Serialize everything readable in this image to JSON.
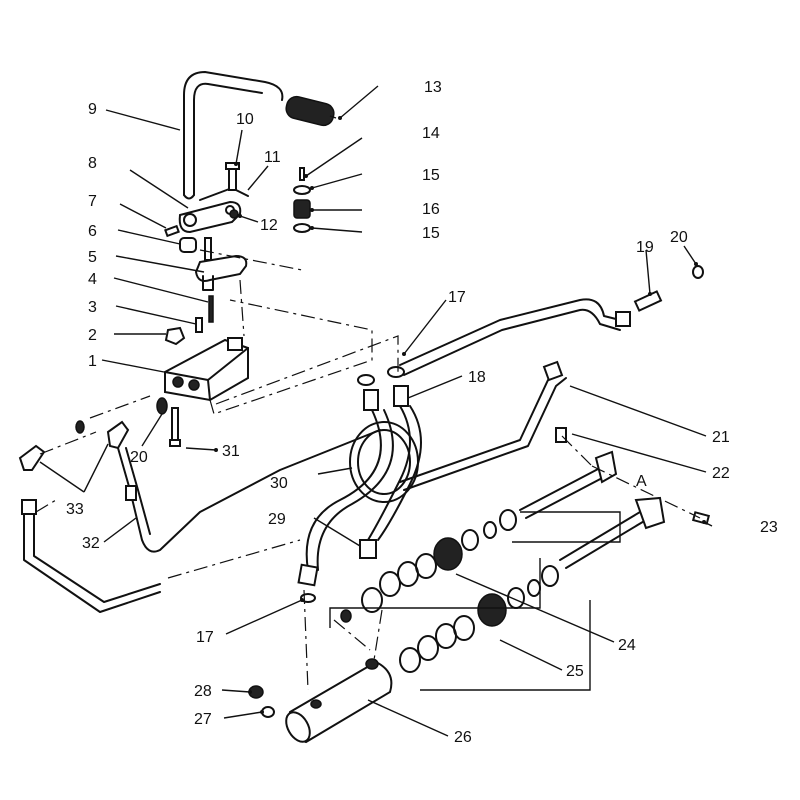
{
  "callouts": [
    {
      "id": "c13",
      "text": "13"
    },
    {
      "id": "c9",
      "text": "9"
    },
    {
      "id": "c10",
      "text": "10"
    },
    {
      "id": "c14",
      "text": "14"
    },
    {
      "id": "c11",
      "text": "11"
    },
    {
      "id": "c8",
      "text": "8"
    },
    {
      "id": "c15a",
      "text": "15"
    },
    {
      "id": "c16",
      "text": "16"
    },
    {
      "id": "c7",
      "text": "7"
    },
    {
      "id": "c12",
      "text": "12"
    },
    {
      "id": "c15b",
      "text": "15"
    },
    {
      "id": "c6",
      "text": "6"
    },
    {
      "id": "c20a",
      "text": "20"
    },
    {
      "id": "c19",
      "text": "19"
    },
    {
      "id": "c5",
      "text": "5"
    },
    {
      "id": "c4",
      "text": "4"
    },
    {
      "id": "c17a",
      "text": "17"
    },
    {
      "id": "c3",
      "text": "3"
    },
    {
      "id": "c2",
      "text": "2"
    },
    {
      "id": "c1",
      "text": "1"
    },
    {
      "id": "c18",
      "text": "18"
    },
    {
      "id": "c21",
      "text": "21"
    },
    {
      "id": "c20b",
      "text": "20"
    },
    {
      "id": "c31",
      "text": "31"
    },
    {
      "id": "c22",
      "text": "22"
    },
    {
      "id": "c30",
      "text": "30"
    },
    {
      "id": "cA",
      "text": "A"
    },
    {
      "id": "c33",
      "text": "33"
    },
    {
      "id": "c23",
      "text": "23"
    },
    {
      "id": "c29",
      "text": "29"
    },
    {
      "id": "c32",
      "text": "32"
    },
    {
      "id": "c17b",
      "text": "17"
    },
    {
      "id": "c24",
      "text": "24"
    },
    {
      "id": "c25",
      "text": "25"
    },
    {
      "id": "c28",
      "text": "28"
    },
    {
      "id": "c27",
      "text": "27"
    },
    {
      "id": "c26",
      "text": "26"
    }
  ]
}
